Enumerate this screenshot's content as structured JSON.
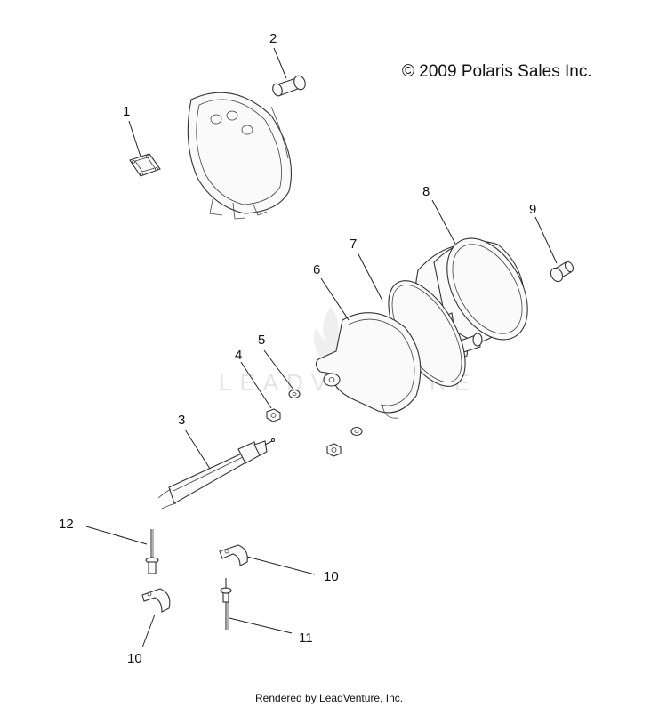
{
  "copyright": "© 2009 Polaris Sales Inc.",
  "watermark": "LEADVENTURE",
  "footer": "Rendered by LeadVenture, Inc.",
  "callouts": [
    "1",
    "2",
    "3",
    "4",
    "5",
    "6",
    "7",
    "8",
    "9",
    "10",
    "10",
    "11",
    "12"
  ]
}
